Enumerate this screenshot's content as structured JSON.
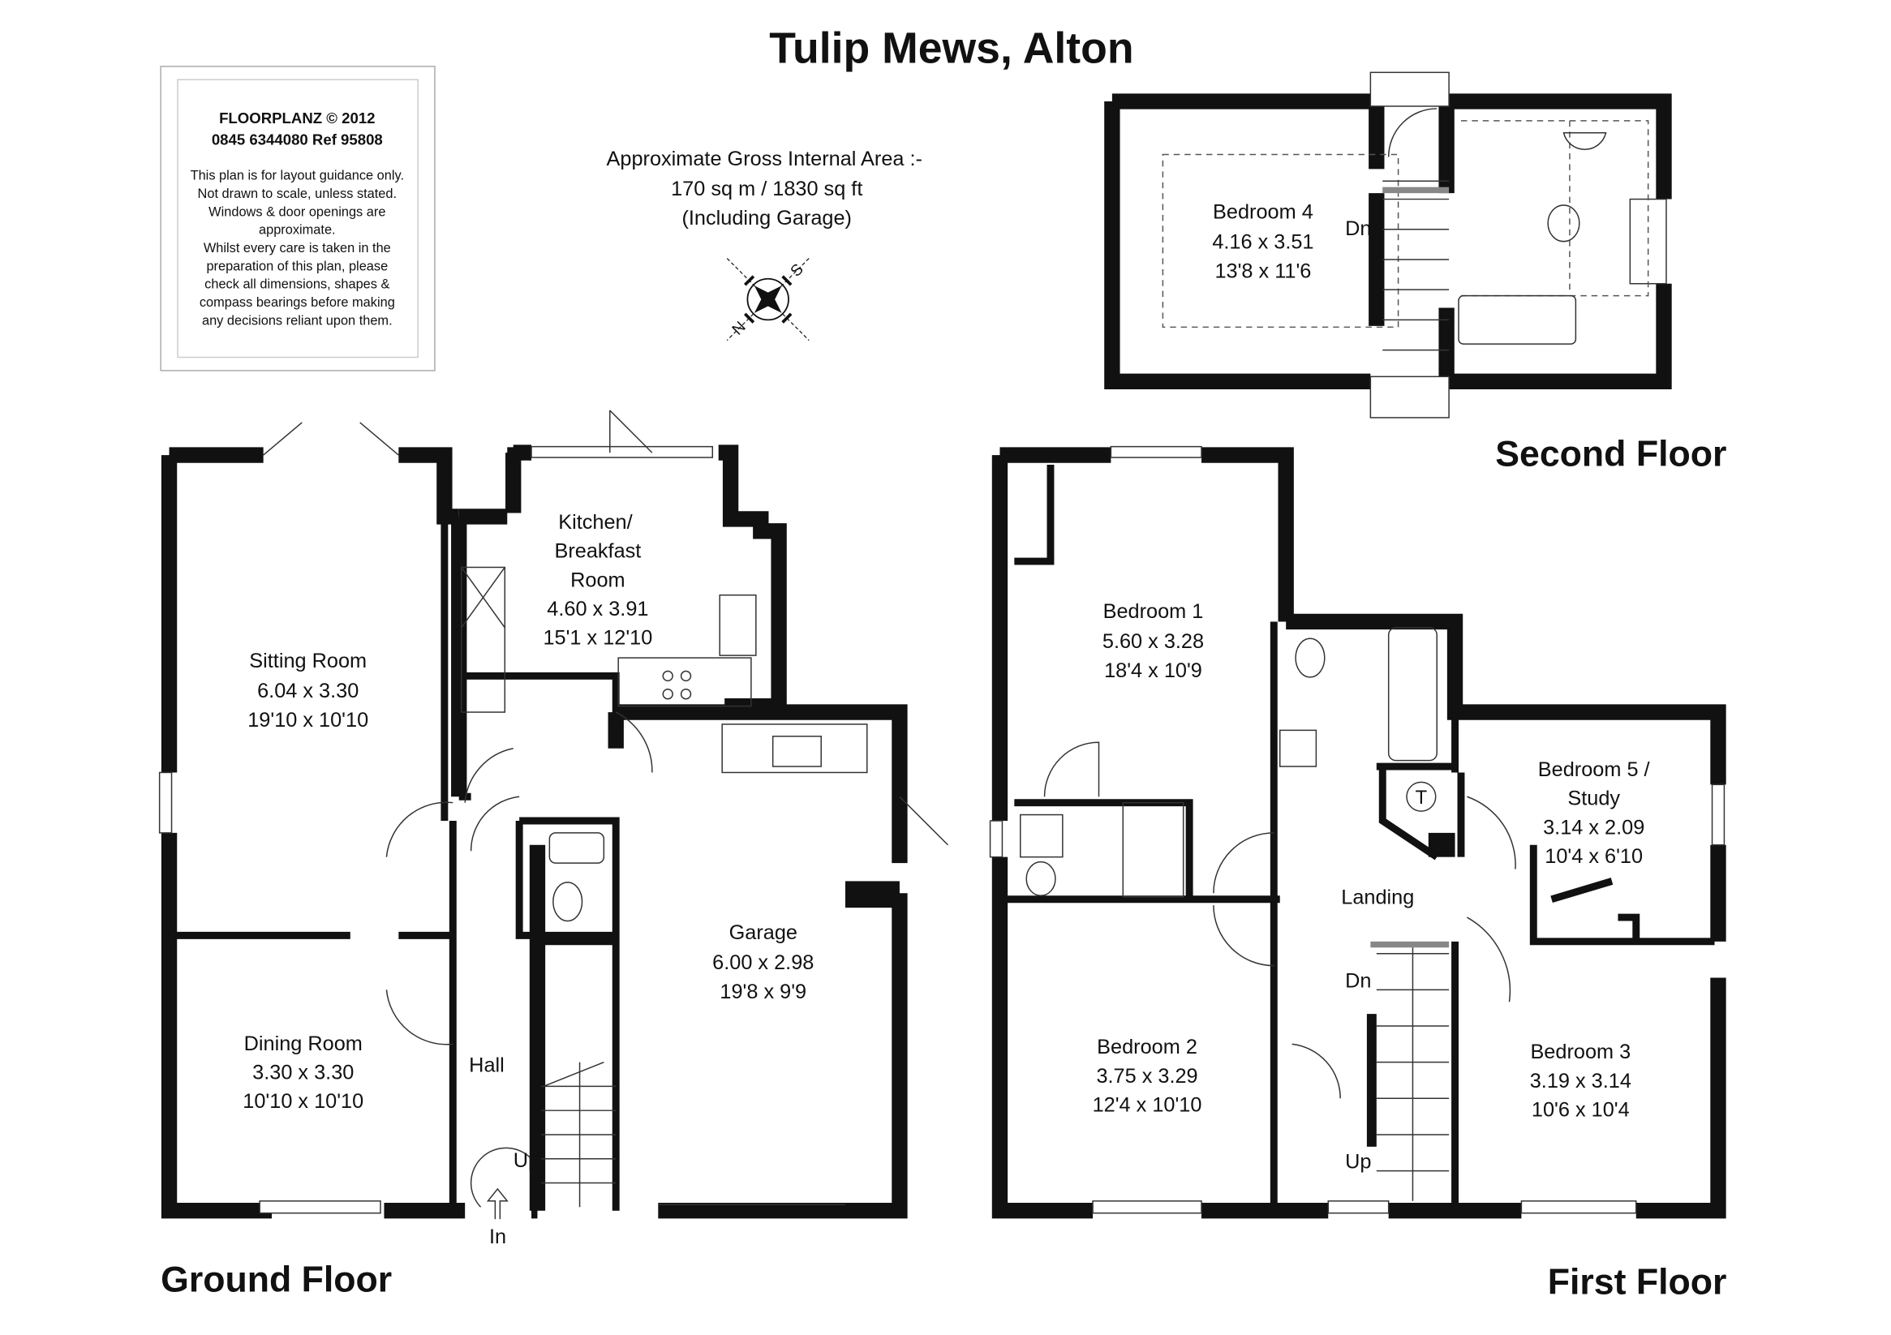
{
  "title": "Tulip Mews, Alton",
  "info_box": {
    "company": "FLOORPLANZ © 2012",
    "contact": "0845 6344080   Ref  95808",
    "disclaimer": [
      "This plan is for layout guidance only.",
      "Not drawn to scale, unless stated.",
      "Windows & door openings are",
      "approximate.",
      "Whilst every care is taken in the",
      "preparation of this plan, please",
      "check all dimensions, shapes &",
      "compass bearings before making",
      "any decisions reliant upon them."
    ]
  },
  "area": {
    "line1": "Approximate Gross Internal Area :-",
    "line2": "170 sq m / 1830 sq ft",
    "line3": "(Including Garage)"
  },
  "compass": {
    "north": "N",
    "south": "S"
  },
  "ground_floor": {
    "label": "Ground Floor",
    "rooms": {
      "sitting": {
        "name": "Sitting Room",
        "metric": "6.04 x 3.30",
        "imperial": "19'10 x 10'10"
      },
      "dining": {
        "name": "Dining Room",
        "metric": "3.30 x 3.30",
        "imperial": "10'10 x 10'10"
      },
      "kitchen": {
        "name1": "Kitchen/",
        "name2": "Breakfast",
        "name3": "Room",
        "metric": "4.60 x 3.91",
        "imperial": "15'1 x 12'10"
      },
      "garage": {
        "name": "Garage",
        "metric": "6.00 x 2.98",
        "imperial": "19'8 x 9'9"
      },
      "hall": {
        "name": "Hall"
      }
    },
    "up": "Up",
    "in": "In"
  },
  "first_floor": {
    "label": "First Floor",
    "rooms": {
      "bed1": {
        "name": "Bedroom 1",
        "metric": "5.60 x 3.28",
        "imperial": "18'4 x 10'9"
      },
      "bed2": {
        "name": "Bedroom 2",
        "metric": "3.75 x 3.29",
        "imperial": "12'4 x 10'10"
      },
      "bed3": {
        "name": "Bedroom 3",
        "metric": "3.19 x 3.14",
        "imperial": "10'6 x 10'4"
      },
      "bed5": {
        "name1": "Bedroom 5 /",
        "name2": "Study",
        "metric": "3.14 x 2.09",
        "imperial": "10'4 x 6'10"
      },
      "landing": {
        "name": "Landing"
      }
    },
    "dn": "Dn",
    "up": "Up",
    "tank": "T"
  },
  "second_floor": {
    "label": "Second Floor",
    "rooms": {
      "bed4": {
        "name": "Bedroom 4",
        "metric": "4.16 x 3.51",
        "imperial": "13'8 x 11'6"
      }
    },
    "dn": "Dn"
  }
}
